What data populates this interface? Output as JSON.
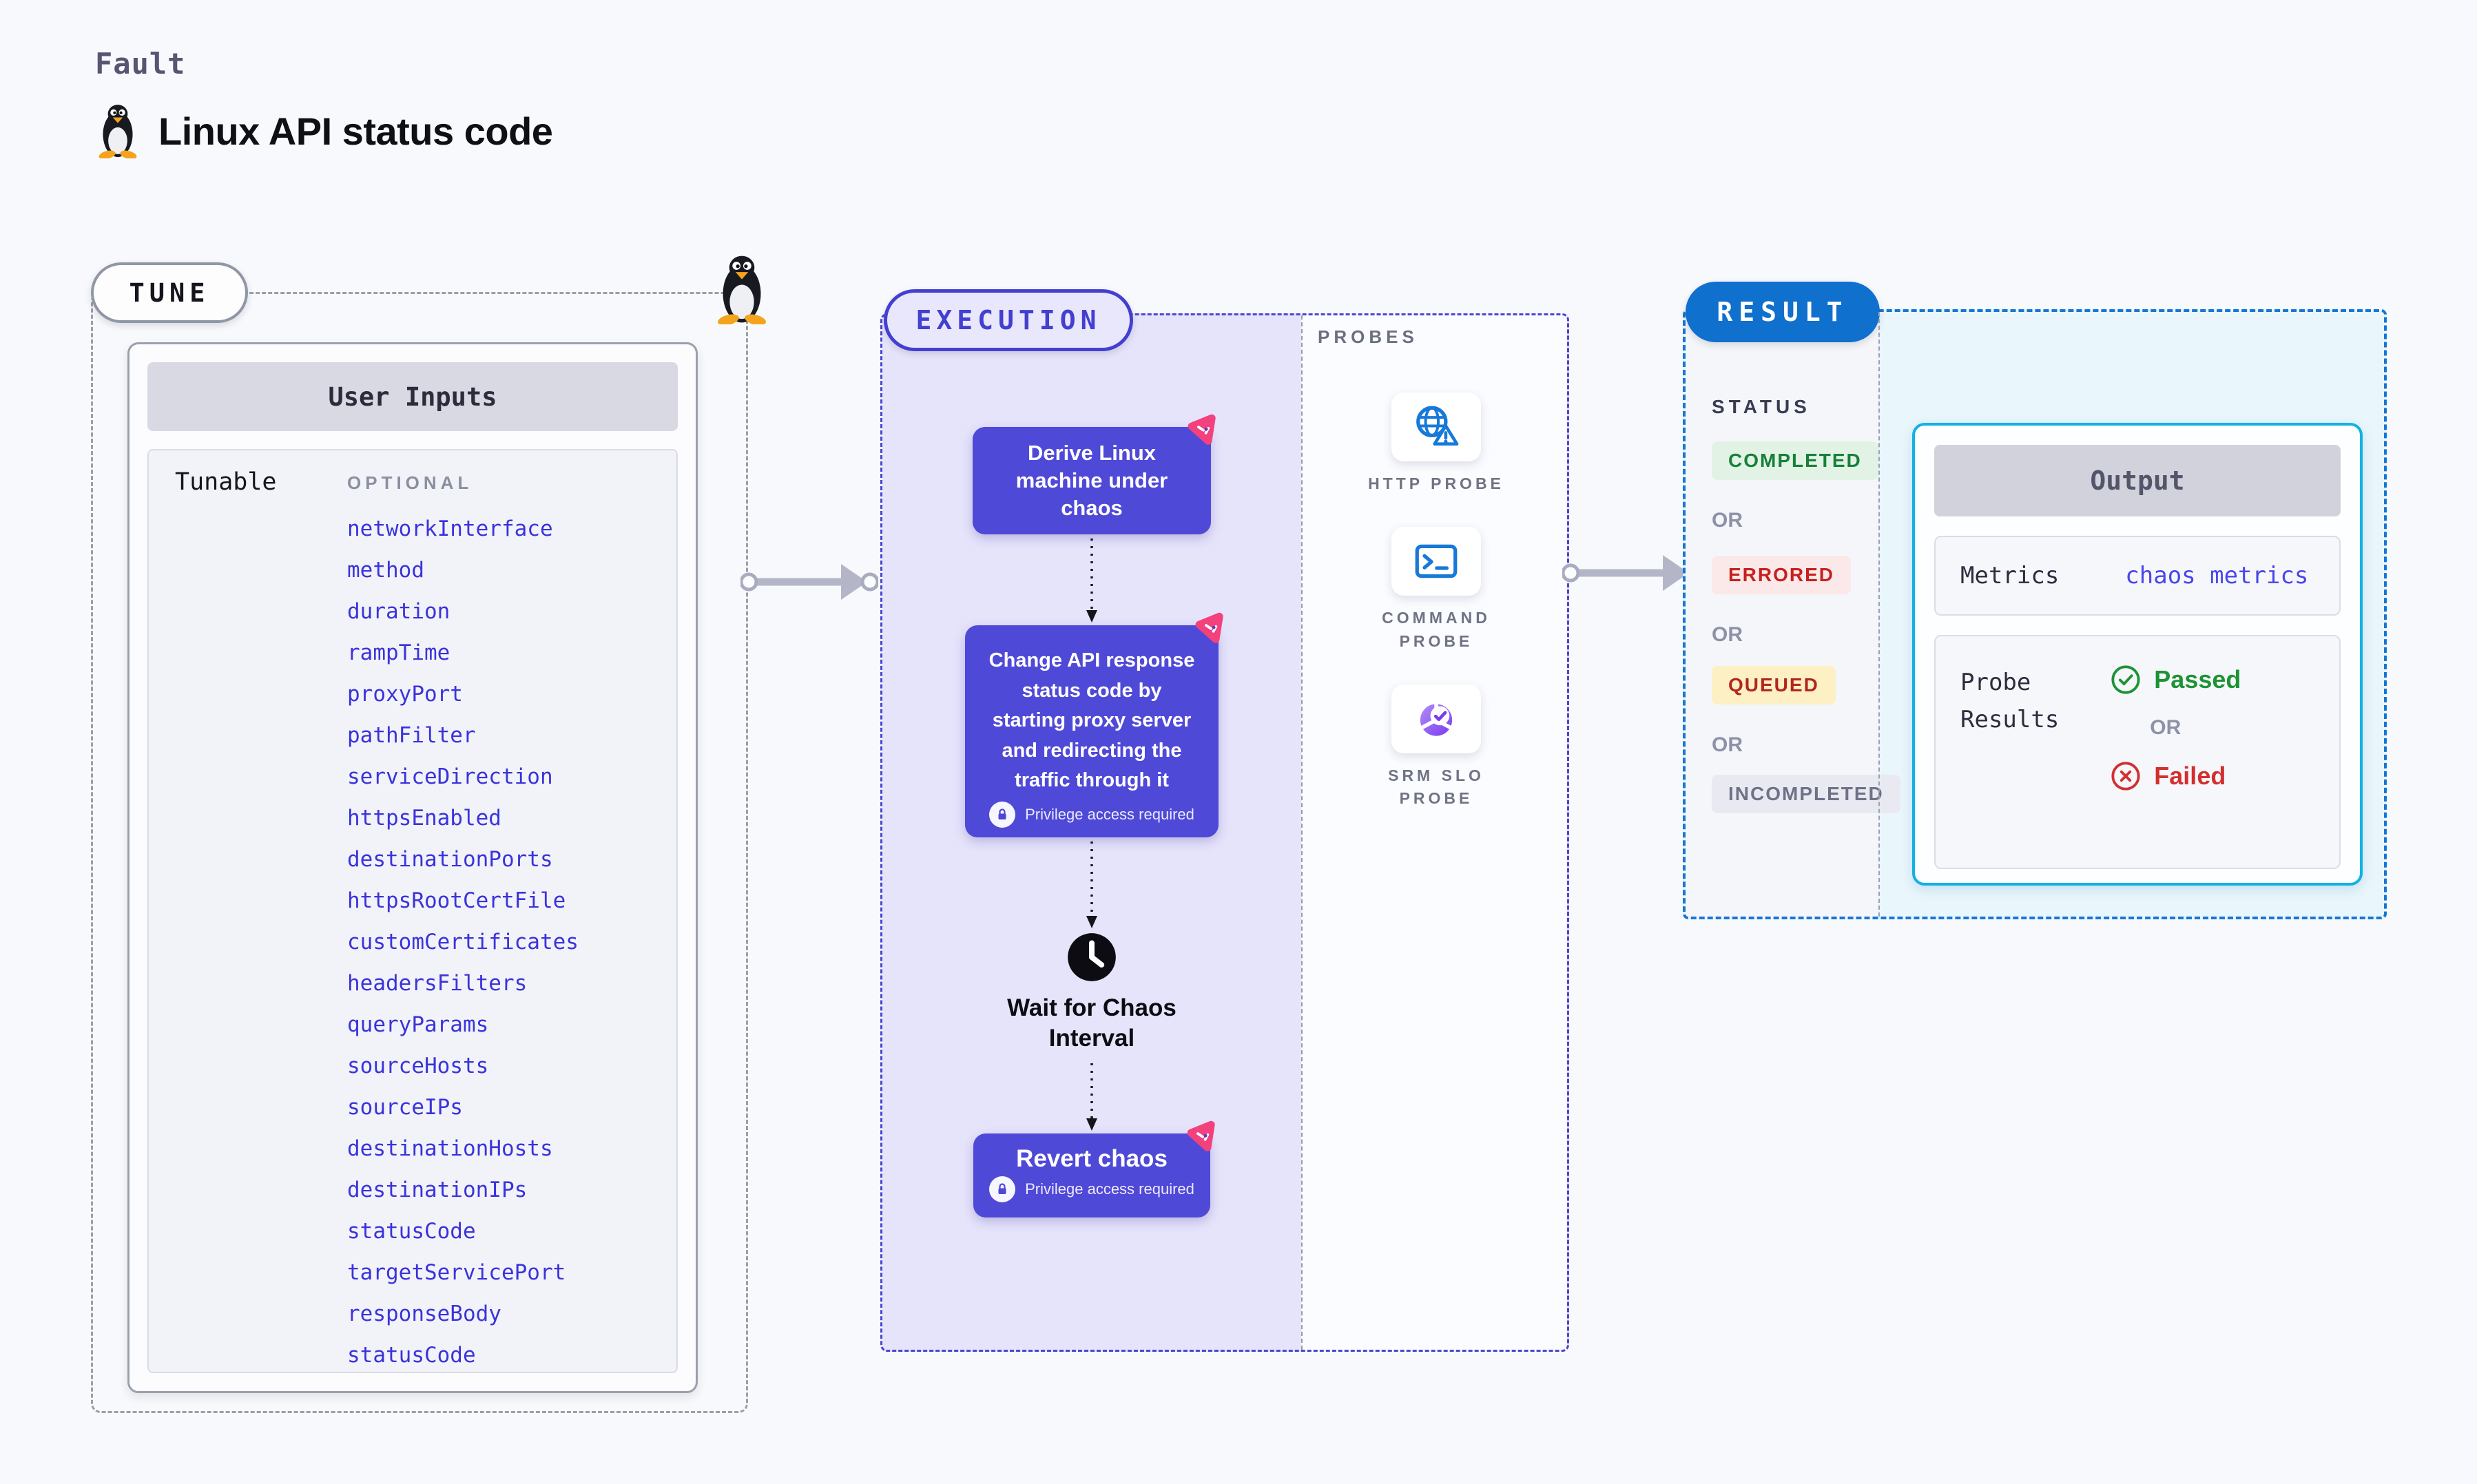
{
  "header": {
    "kicker": "Fault",
    "title": "Linux API status code"
  },
  "tune": {
    "badge": "TUNE",
    "card_title": "User Inputs",
    "row_label": "Tunable",
    "column_label": "OPTIONAL",
    "tunables": [
      "networkInterface",
      "method",
      "duration",
      "rampTime",
      "proxyPort",
      "pathFilter",
      "serviceDirection",
      "httpsEnabled",
      "destinationPorts",
      "httpsRootCertFile",
      "customCertificates",
      "headersFilters",
      "queryParams",
      "sourceHosts",
      "sourceIPs",
      "destinationHosts",
      "destinationIPs",
      "statusCode",
      "targetServicePort",
      "responseBody",
      "statusCode"
    ]
  },
  "execution": {
    "badge": "EXECUTION",
    "nodes": [
      {
        "label": "Derive Linux machine under chaos",
        "privilege": false
      },
      {
        "label": "Change API response status code by starting proxy server and redirecting the traffic through it",
        "privilege": true
      },
      {
        "label": "Revert chaos",
        "privilege": true
      }
    ],
    "wait_label": "Wait for Chaos Interval",
    "privilege_label": "Privilege access required"
  },
  "probes": {
    "title": "PROBES",
    "items": [
      {
        "label": "HTTP PROBE",
        "icon": "http-probe-icon"
      },
      {
        "label": "COMMAND\nPROBE",
        "icon": "command-probe-icon"
      },
      {
        "label": "SRM SLO\nPROBE",
        "icon": "srm-slo-probe-icon"
      }
    ]
  },
  "result": {
    "badge": "RESULT",
    "status_title": "STATUS",
    "or_label": "OR",
    "statuses": [
      {
        "label": "COMPLETED",
        "fg": "#188038",
        "bg": "#e2f3e6"
      },
      {
        "label": "ERRORED",
        "fg": "#c5221f",
        "bg": "#fbe9e9"
      },
      {
        "label": "QUEUED",
        "fg": "#b3261e",
        "bg": "#fdf0c5"
      },
      {
        "label": "INCOMPLETED",
        "fg": "#6f7287",
        "bg": "#e9eaf1"
      }
    ],
    "output": {
      "title": "Output",
      "metrics_label": "Metrics",
      "metrics_value": "chaos metrics",
      "probe_results_label": "Probe\nResults",
      "passed": "Passed",
      "failed": "Failed",
      "or": "OR"
    }
  },
  "colors": {
    "page_bg": "#f8f9fc",
    "accent_indigo": "#433fd0",
    "node_fill": "#4f49d8",
    "execution_bg": "#e6e4fb",
    "tune_border": "#98a0ac",
    "result_border": "#1478d4",
    "result_bg": "#e9f6fc",
    "result_pill": "#0f70cd",
    "output_border": "#12b1e6",
    "link_blue": "#3a33dc",
    "probe_icon_blue": "#1779d8",
    "srm_icon_purple": "#7a3bee",
    "chaos_pink": "#f2417d",
    "passed_green": "#1d9334",
    "failed_red": "#d32f2f"
  }
}
